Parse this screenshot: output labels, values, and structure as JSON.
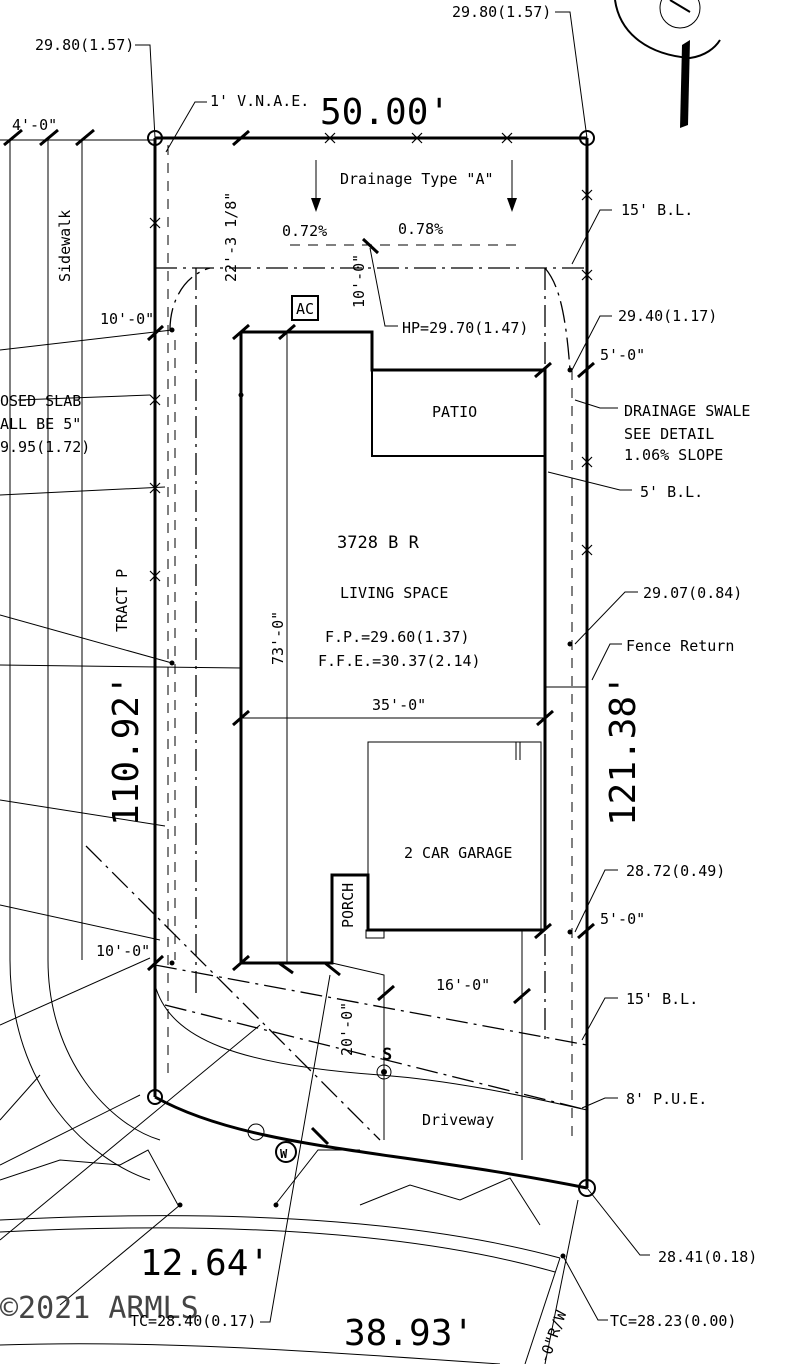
{
  "dimensions": {
    "top_width": "50.00'",
    "left_depth": "110.92'",
    "right_depth": "121.38'",
    "arc_length": "12.64'",
    "street_length": "38.93'",
    "house_width": "35'-0\"",
    "house_depth": "73'-0\"",
    "driveway_depth": "20'-0\"",
    "garage_door": "16'-0\"",
    "front_offset": "10'-0\"",
    "rear_offset": "10'-0\"",
    "side_offset_top": "5'-0\"",
    "side_offset_bottom": "5'-0\"",
    "ac_offset": "10'-0\"",
    "sidewalk_width": "4'-0\"",
    "rear_setback_dim": "22'-3 1/8\""
  },
  "labels": {
    "vnae": "1' V.N.A.E.",
    "drainage_type": "Drainage Type \"A\"",
    "slope_left": "0.72%",
    "slope_right": "0.78%",
    "high_point": "HP=29.70(1.47)",
    "ac": "AC",
    "patio": "PATIO",
    "house_model": "3728 B R",
    "living_space": "LIVING SPACE",
    "fp": "F.P.=29.60(1.37)",
    "ffe": "F.F.E.=30.37(2.14)",
    "garage": "2 CAR GARAGE",
    "porch": "PORCH",
    "driveway": "Driveway",
    "sidewalk": "Sidewalk",
    "tract": "TRACT P",
    "sewer": "S",
    "water": "W",
    "bl_rear": "15' B.L.",
    "bl_side": "5' B.L.",
    "bl_front": "15' B.L.",
    "pue": "8' P.U.E.",
    "swale_1": "DRAINAGE SWALE",
    "swale_2": "SEE DETAIL",
    "swale_3": "1.06% SLOPE",
    "fence_return": "Fence Return",
    "slab_1": "OSED SLAB",
    "slab_2": "ALL BE 5\"",
    "slab_3": "9.95(1.72)",
    "rw": "-0\"R/W",
    "watermark": "©2021 ARMLS"
  },
  "elevations": {
    "top_left": "29.80(1.57)",
    "top_right": "29.80(1.57)",
    "right_1": "29.40(1.17)",
    "right_2": "29.07(0.84)",
    "right_3": "28.72(0.49)",
    "corner_br": "28.41(0.18)",
    "tc_right": "TC=28.23(0.00)",
    "tc_left": "TC=28.40(0.17)"
  }
}
